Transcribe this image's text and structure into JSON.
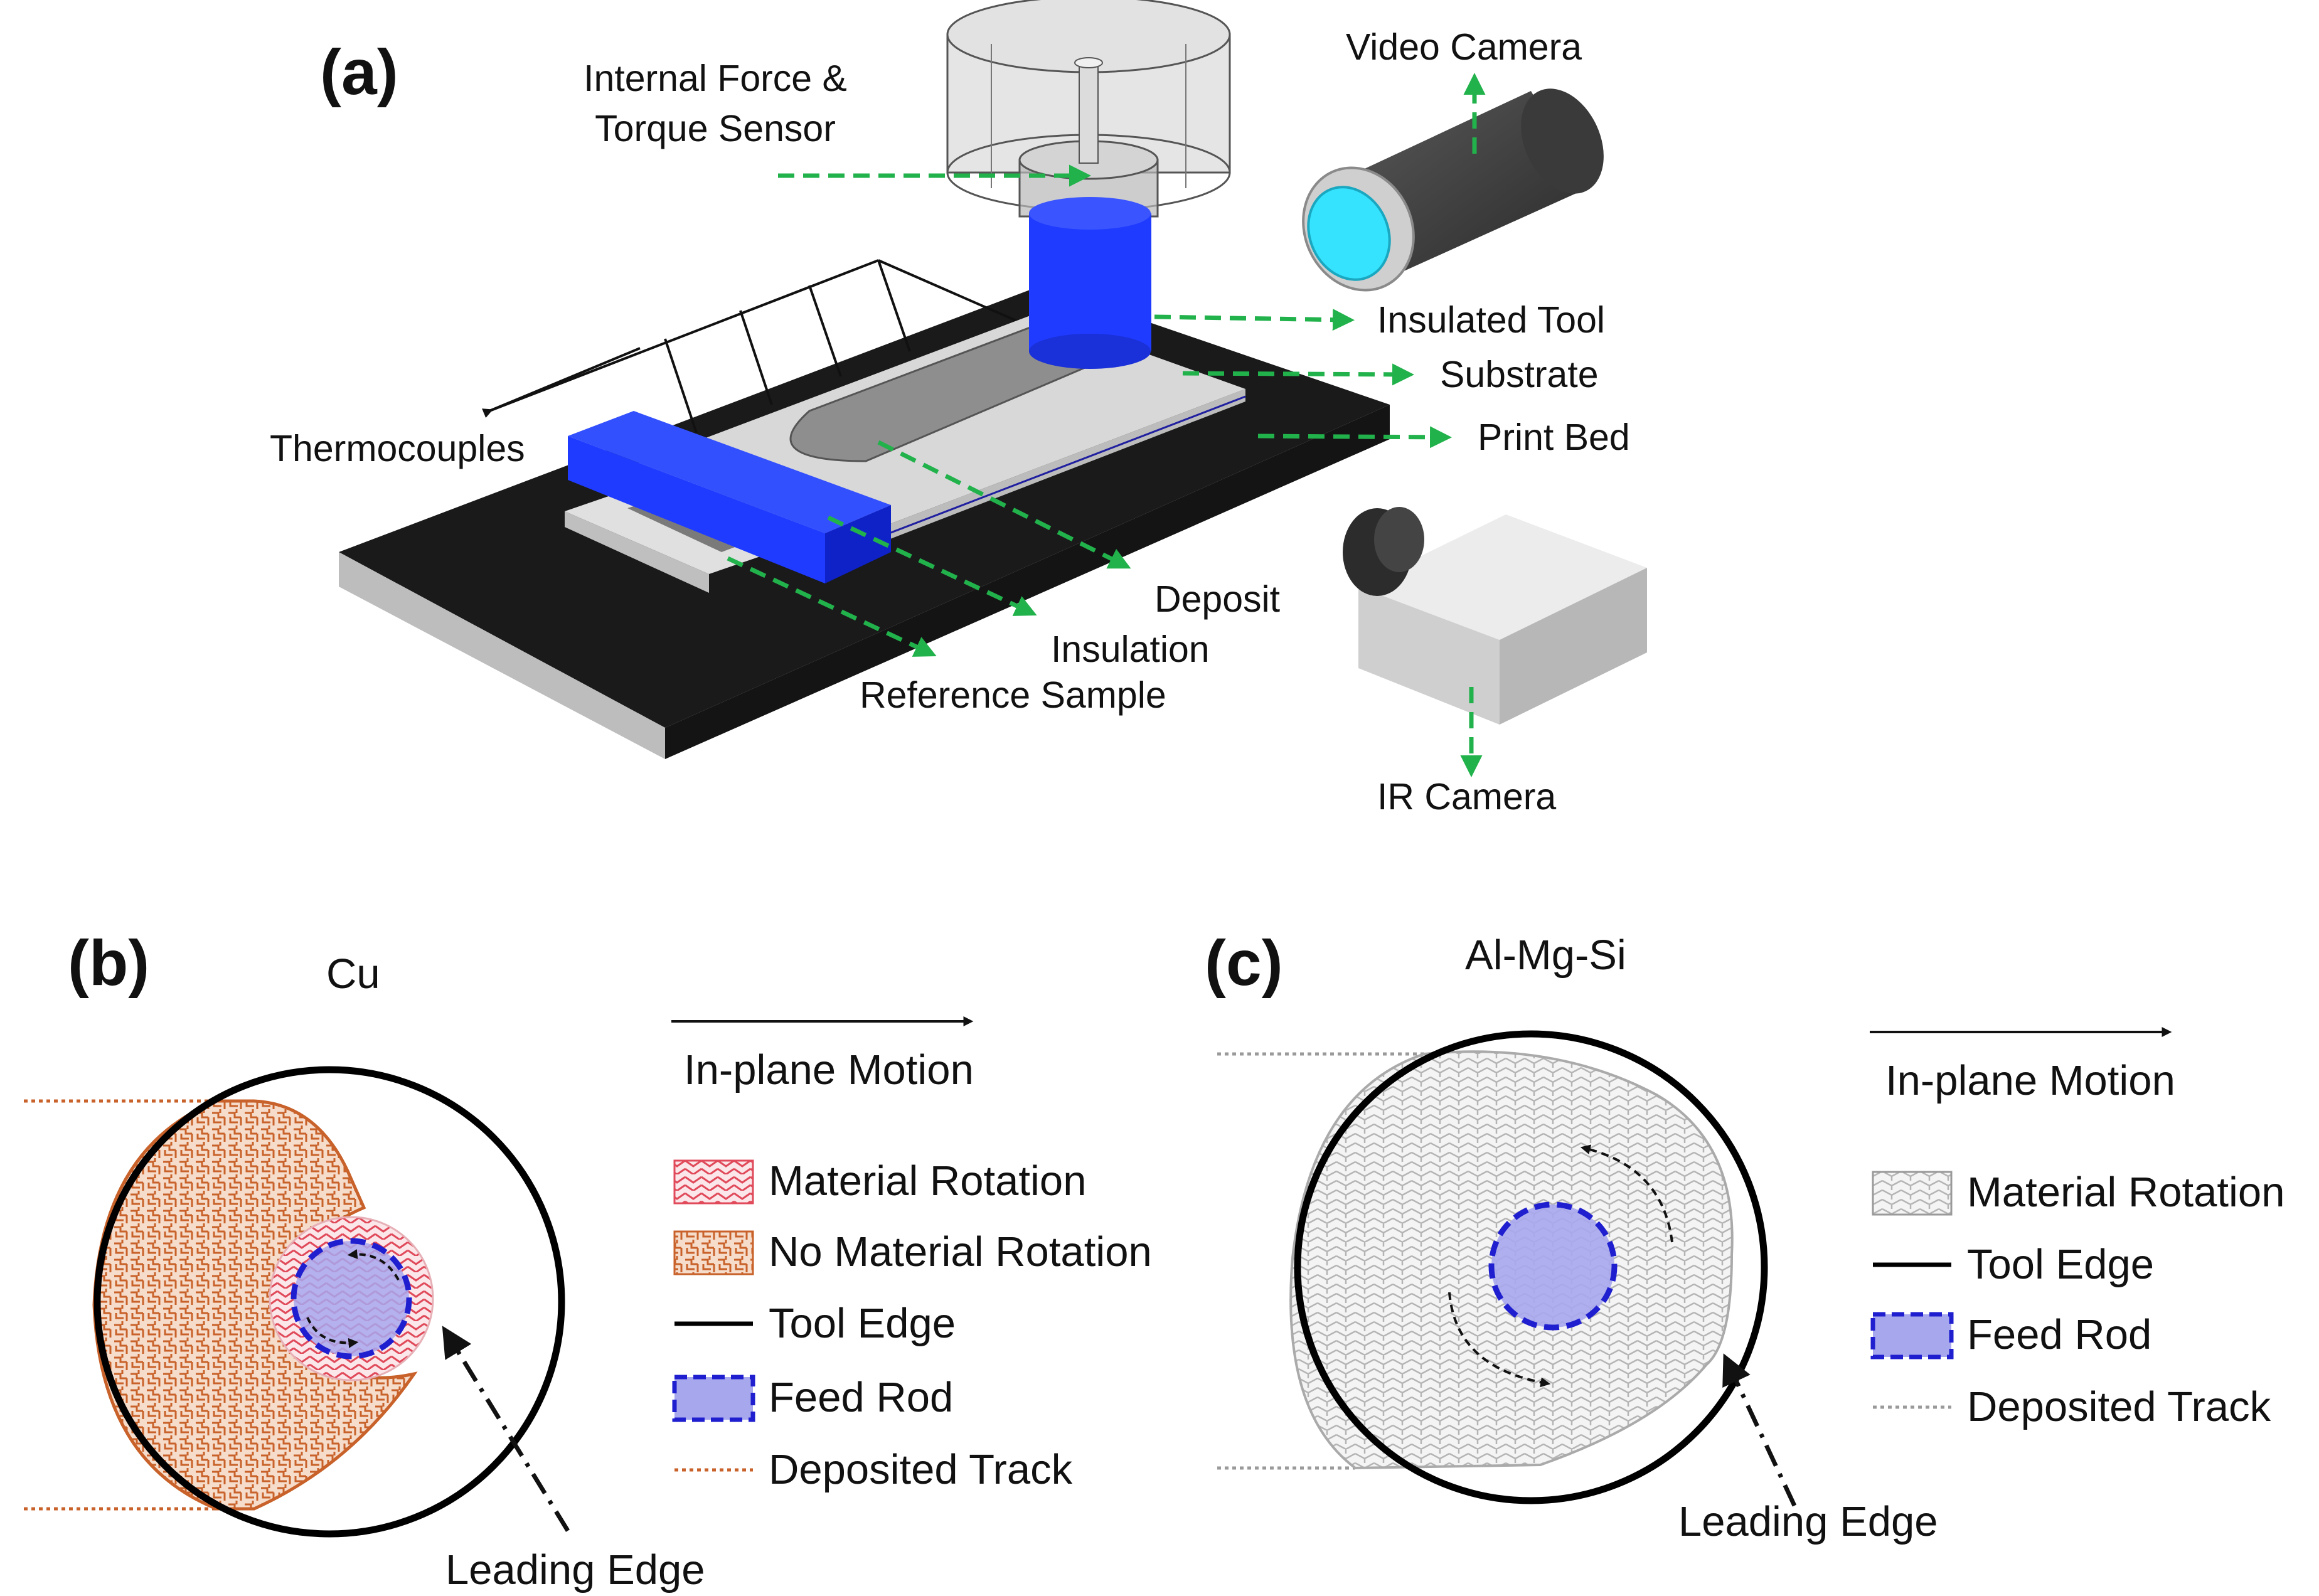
{
  "panels": {
    "a": "(a)",
    "b": "(b)",
    "c": "(c)"
  },
  "panel_a": {
    "sensor_line1": "Internal Force &",
    "sensor_line2": "Torque Sensor",
    "video_camera": "Video Camera",
    "insulated_tool": "Insulated Tool",
    "substrate": "Substrate",
    "print_bed": "Print Bed",
    "thermocouples": "Thermocouples",
    "deposit": "Deposit",
    "insulation": "Insulation",
    "reference_sample": "Reference Sample",
    "ir_camera": "IR Camera"
  },
  "panel_b": {
    "material": "Cu",
    "motion": "In-plane Motion",
    "leading_edge": "Leading Edge",
    "legend": {
      "material_rotation": "Material Rotation",
      "no_material_rotation": "No Material Rotation",
      "tool_edge": "Tool Edge",
      "feed_rod": "Feed Rod",
      "deposited_track": "Deposited Track"
    }
  },
  "panel_c": {
    "material": "Al-Mg-Si",
    "motion": "In-plane Motion",
    "leading_edge": "Leading Edge",
    "legend": {
      "material_rotation": "Material Rotation",
      "tool_edge": "Tool Edge",
      "feed_rod": "Feed Rod",
      "deposited_track": "Deposited Track"
    }
  },
  "colors": {
    "arrow_green": "#22b24c",
    "tool_blue": "#1f3bff",
    "feed_rod_fill": "#a7a7ee",
    "feed_rod_edge": "#1f1fd0",
    "cu_orange": "#c8622a",
    "cu_fill": "#f4d2bd",
    "rotation_pink": "#e04a5a",
    "gray_track": "#9a9a9a",
    "bed_black": "#1a1a1a"
  }
}
